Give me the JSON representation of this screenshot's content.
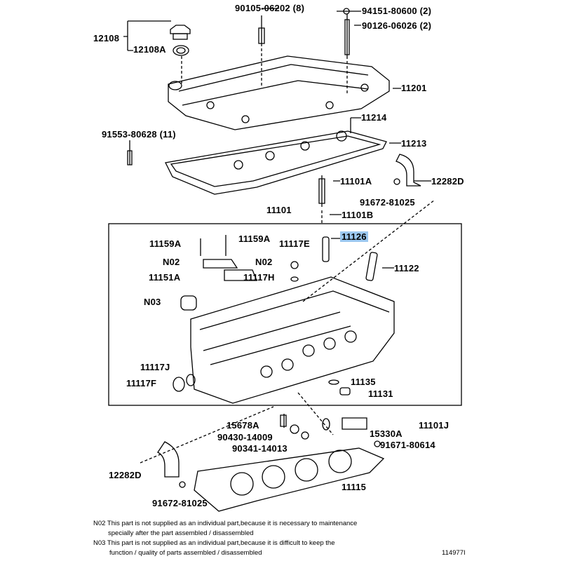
{
  "labels": {
    "p90105": "90105-06202 (8)",
    "p94151": "94151-80600 (2)",
    "p90126": "90126-06026 (2)",
    "p12108": "12108",
    "p12108A": "12108A",
    "p11201": "11201",
    "p91553": "91553-80628 (11)",
    "p11214": "11214",
    "p11213": "11213",
    "p11101A": "11101A",
    "p12282D_top": "12282D",
    "p91672_top": "91672-81025",
    "p11101B": "11101B",
    "p11101": "11101",
    "p11159A_l": "11159A",
    "p11159A_r": "11159A",
    "p11117E": "11117E",
    "p11126": "11126",
    "n02_l": "N02",
    "n02_r": "N02",
    "p11122": "11122",
    "p11151A": "11151A",
    "p11117H": "11117H",
    "n03": "N03",
    "p11117J": "11117J",
    "p11117F": "11117F",
    "p11135": "11135",
    "p11131": "11131",
    "p15678A": "15678A",
    "p11101J": "11101J",
    "p15330A": "15330A",
    "p90430": "90430-14009",
    "p91671": "91671-80614",
    "p90341": "90341-14013",
    "p12282D_bot": "12282D",
    "p11115": "11115",
    "p91672_bot": "91672-81025"
  },
  "notes": {
    "n02_line1": "N02 This part is not supplied as an individual part,because it is necessary to maintenance",
    "n02_line2": "specially after the part assembled / disassembled",
    "n03_line1": "N03 This part is not supplied as an individual part,because it is difficult to keep the",
    "n03_line2": "function / quality of parts assembled / disassembled",
    "diagram_id": "114977I"
  },
  "highlight_color": "#9cc8f0"
}
